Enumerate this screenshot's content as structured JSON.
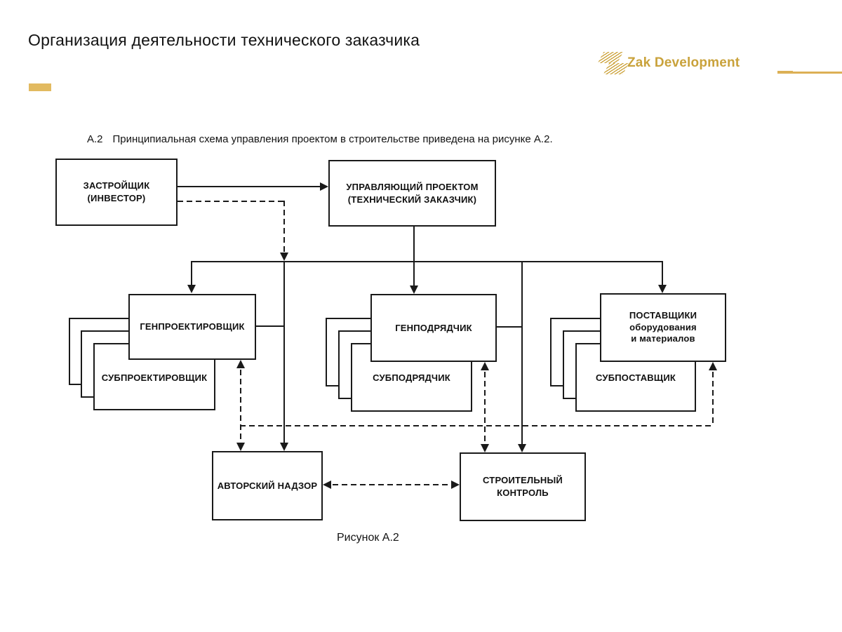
{
  "header": {
    "title": "Организация деятельности технического заказчика",
    "logo_text": "Zak Development",
    "accent_color": "#c9a23b"
  },
  "figure": {
    "caption_number": "А.2",
    "caption_text": "Принципиальная схема управления проектом в строительстве приведена на рисунке А.2.",
    "caption_bottom": "Рисунок А.2",
    "nodes": {
      "developer": {
        "line1": "ЗАСТРОЙЩИК",
        "line2": "(ИНВЕСТОР)"
      },
      "project_manager": {
        "line1": "УПРАВЛЯЮЩИЙ ПРОЕКТОМ",
        "line2": "(ТЕХНИЧЕСКИЙ ЗАКАЗЧИК)"
      },
      "general_designer": {
        "line1": "ГЕНПРОЕКТИРОВЩИК"
      },
      "sub_designer": {
        "line1": "СУБПРОЕКТИРОВЩИК"
      },
      "general_contractor": {
        "line1": "ГЕНПОДРЯДЧИК"
      },
      "sub_contractor": {
        "line1": "СУБПОДРЯДЧИК"
      },
      "suppliers": {
        "line1": "ПОСТАВЩИКИ",
        "line2": "оборудования",
        "line3": "и материалов"
      },
      "sub_supplier": {
        "line1": "СУБПОСТАВЩИК"
      },
      "author_supervision": {
        "line1": "АВТОРСКИЙ НАДЗОР"
      },
      "construction_control": {
        "line1": "СТРОИТЕЛЬНЫЙ",
        "line2": "КОНТРОЛЬ"
      }
    }
  }
}
